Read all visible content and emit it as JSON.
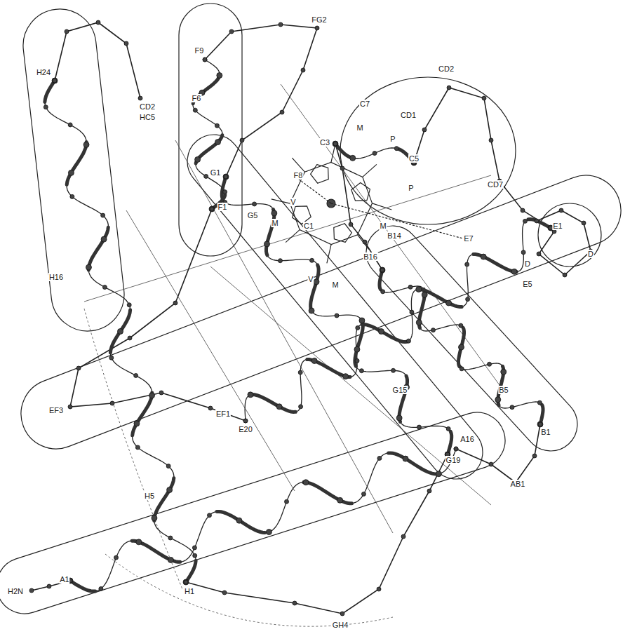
{
  "diagram": {
    "labels": [
      "H24",
      "CD2",
      "HC5",
      "FG2",
      "F9",
      "F6",
      "CD2",
      "C7",
      "CD1",
      "C3",
      "M",
      "P",
      "C5",
      "G1",
      "F8",
      "V",
      "M",
      "P",
      "F1",
      "G5",
      "C1",
      "M",
      "B14",
      "E7",
      "CD7",
      "E1",
      "D",
      "D",
      "E5",
      "B16",
      "V",
      "M",
      "H16",
      "EF3",
      "EF1",
      "E20",
      "G15",
      "B5",
      "A16",
      "B1",
      "AB1",
      "G19",
      "H5",
      "H2N",
      "A1",
      "H1",
      "GH4"
    ]
  }
}
